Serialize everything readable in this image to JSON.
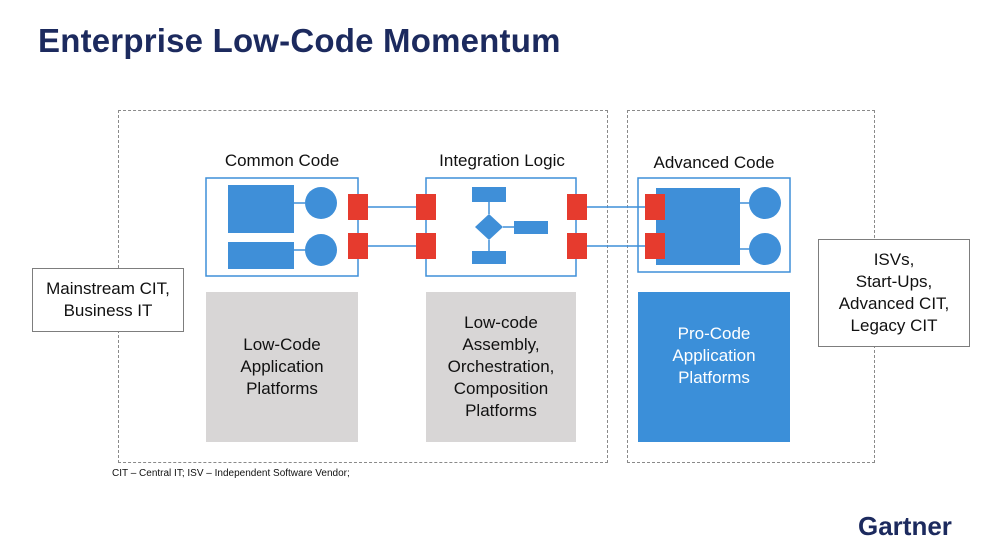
{
  "title": "Enterprise Low-Code Momentum",
  "left_group": {
    "label": "Mainstream CIT,\nBusiness IT"
  },
  "right_group": {
    "label": "ISVs,\nStart-Ups,\nAdvanced CIT,\nLegacy CIT"
  },
  "columns": [
    {
      "heading": "Common Code",
      "platform": "Low-Code\nApplication\nPlatforms"
    },
    {
      "heading": "Integration Logic",
      "platform": "Low-code\nAssembly,\nOrchestration,\nComposition\nPlatforms"
    },
    {
      "heading": "Advanced Code",
      "platform": "Pro-Code\nApplication\nPlatforms"
    }
  ],
  "footnote": "CIT – Central IT; ISV – Independent Software Vendor;",
  "brand": "Gartner",
  "colors": {
    "title": "#1c2a5e",
    "component_blue": "#3f8fd8",
    "connector_red": "#e63b2e",
    "low_code_grey": "#d8d6d6",
    "pro_code_blue": "#3b8fd9"
  }
}
